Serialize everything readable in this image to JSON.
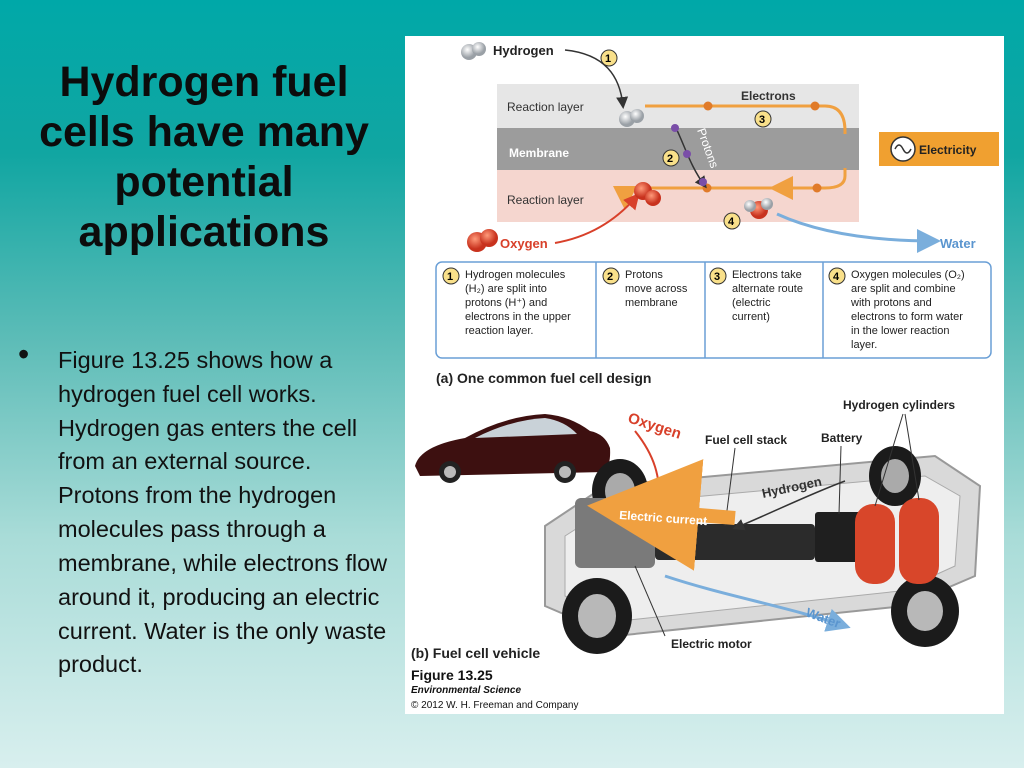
{
  "slide": {
    "title": "Hydrogen fuel cells have many potential applications",
    "bullet_text": "Figure 13.25 shows how a hydrogen fuel cell works. Hydrogen gas enters the cell from an external source. Protons from the hydrogen molecules pass through a membrane, while electrons flow around it, producing an electric current. Water is the only waste product."
  },
  "diagram_a": {
    "hydrogen_label": "Hydrogen",
    "oxygen_label": "Oxygen",
    "water_label": "Water",
    "electrons_label": "Electrons",
    "protons_label": "Protons",
    "electricity_label": "Electricity",
    "reaction_layer_top": "Reaction layer",
    "membrane_label": "Membrane",
    "reaction_layer_bottom": "Reaction layer",
    "steps": [
      {
        "num": "1",
        "lines": [
          "Hydrogen molecules",
          "(H₂) are split into",
          "protons (H⁺) and",
          "electrons in the upper",
          "reaction layer."
        ]
      },
      {
        "num": "2",
        "lines": [
          "Protons",
          "move across",
          "membrane"
        ]
      },
      {
        "num": "3",
        "lines": [
          "Electrons take",
          "alternate route",
          "(electric",
          "current)"
        ]
      },
      {
        "num": "4",
        "lines": [
          "Oxygen molecules (O₂)",
          "are split and combine",
          "with protons and",
          "electrons to form water",
          "in the lower reaction",
          "layer."
        ]
      }
    ],
    "caption": "(a) One common fuel cell design"
  },
  "diagram_b": {
    "oxygen_label": "Oxygen",
    "fuel_cell_stack_label": "Fuel cell stack",
    "battery_label": "Battery",
    "hydrogen_cylinders_label": "Hydrogen cylinders",
    "hydrogen_label": "Hydrogen",
    "electric_current_label": "Electric current",
    "water_label": "Water",
    "electric_motor_label": "Electric motor",
    "caption": "(b) Fuel cell vehicle"
  },
  "figure_credit": {
    "number": "Figure 13.25",
    "book": "Environmental Science",
    "copyright": "© 2012 W. H. Freeman and Company"
  },
  "colors": {
    "background_top": "#00a8a8",
    "orange_arrow": "#f0a040",
    "electricity_box": "#f0a030",
    "blue_arrow": "#7aaedc",
    "step_border": "#6a9fd6"
  }
}
